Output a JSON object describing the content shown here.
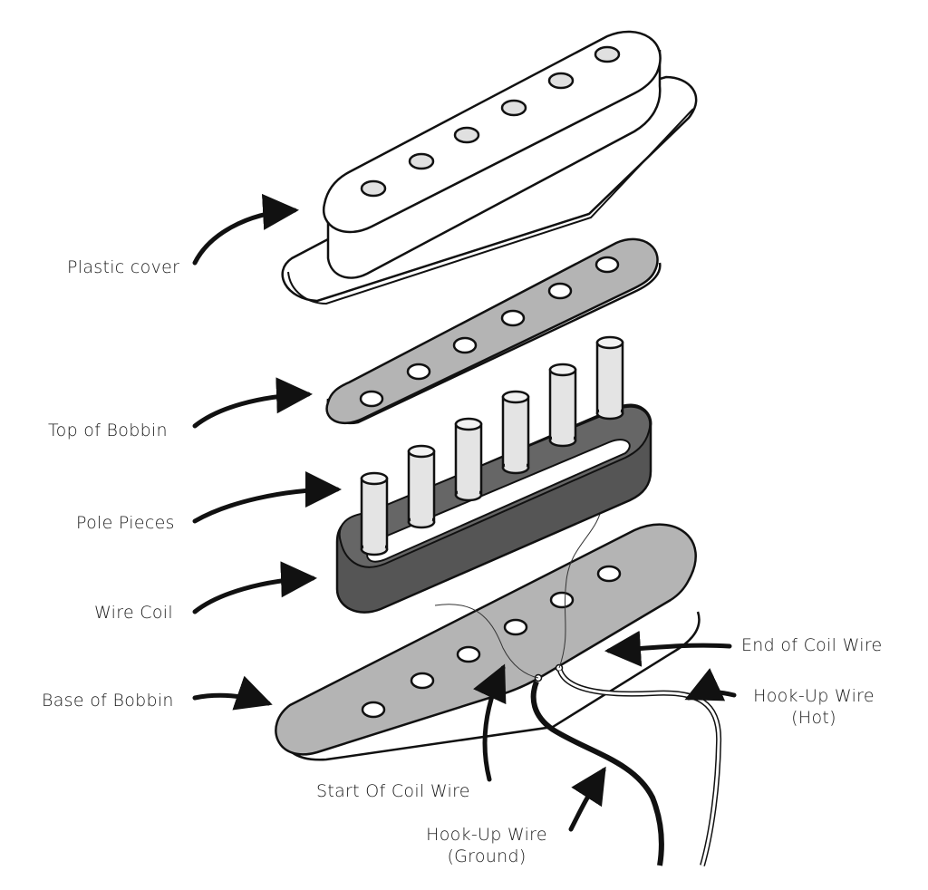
{
  "labels": {
    "plastic_cover": "Plastic cover",
    "top_of_bobbin": "Top of Bobbin",
    "pole_pieces": "Pole Pieces",
    "wire_coil": "Wire Coil",
    "base_of_bobbin": "Base of Bobbin",
    "end_of_coil_wire": "End of Coil Wire",
    "hookup_hot_line1": "Hook-Up Wire",
    "hookup_hot_line2": "(Hot)",
    "start_of_coil_wire": "Start Of Coil Wire",
    "hookup_ground_line1": "Hook-Up Wire",
    "hookup_ground_line2": "(Ground)"
  },
  "colors": {
    "outline": "#111111",
    "cover_fill": "#ffffff",
    "plate_fill": "#b4b4b4",
    "coil_fill": "#555555",
    "pole_fill": "#e4e4e4",
    "hole_fill": "#ffffff"
  }
}
